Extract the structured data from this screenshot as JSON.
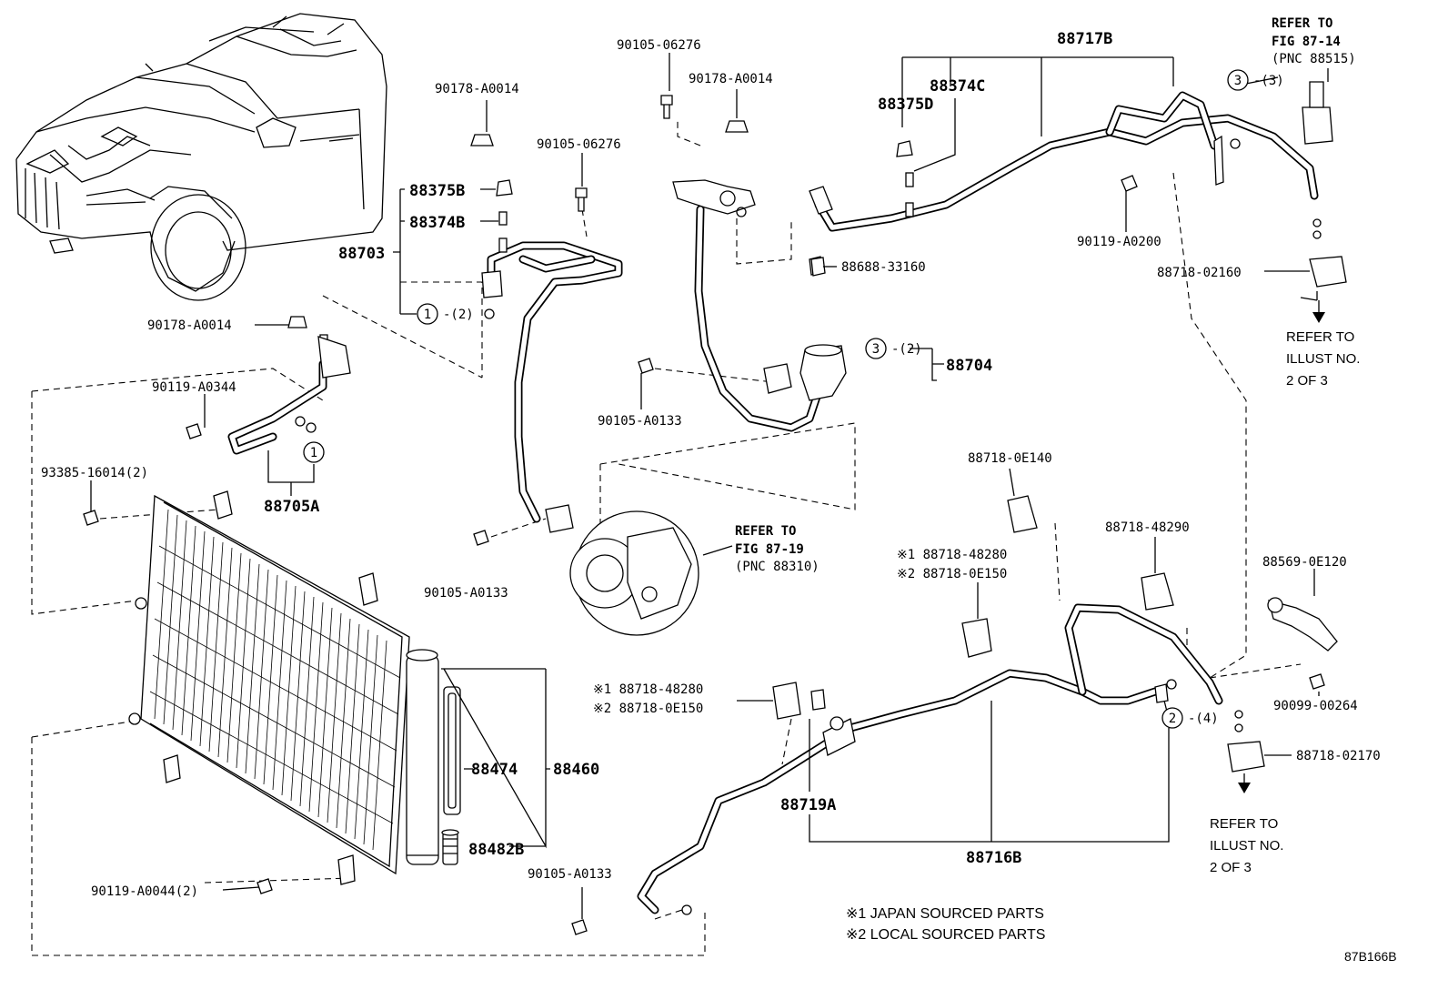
{
  "parts": {
    "p88717B": "88717B",
    "p88374C": "88374C",
    "p88375D": "88375D",
    "p90105_06276_a": "90105-06276",
    "p90178_A0014_a": "90178-A0014",
    "p90178_A0014_b": "90178-A0014",
    "p90105_06276_b": "90105-06276",
    "p88375B": "88375B",
    "p88374B": "88374B",
    "p88703": "88703",
    "p88688_33160": "88688-33160",
    "p90119_A0200": "90119-A0200",
    "p88718_02160": "88718-02160",
    "p90178_A0014_c": "90178-A0014",
    "p90119_A0344": "90119-A0344",
    "p88704": "88704",
    "p90105_A0133_a": "90105-A0133",
    "p93385_16014": "93385-16014(2)",
    "p88705A": "88705A",
    "p88718_0E140": "88718-0E140",
    "p88718_48290": "88718-48290",
    "p90105_A0133_b": "90105-A0133",
    "p88569_0E120": "88569-0E120",
    "p90099_00264": "90099-00264",
    "p88718_02170": "88718-02170",
    "p88474": "88474",
    "p88460": "88460",
    "p88482B": "88482B",
    "p88719A": "88719A",
    "p88716B": "88716B",
    "p90119_A0044": "90119-A0044(2)",
    "p90105_A0133_c": "90105-A0133"
  },
  "sourced_variants": [
    {
      "line1": "※1 88718-48280",
      "line2": "※2 88718-0E150"
    },
    {
      "line1": "※1 88718-48280",
      "line2": "※2 88718-0E150"
    }
  ],
  "callouts": {
    "c1_num": "1",
    "c1_qty": "-(2)",
    "c1b_num": "1",
    "c2_num": "2",
    "c2_qty": "-(4)",
    "c3a_num": "3",
    "c3a_qty": "-(3)",
    "c3b_num": "3",
    "c3b_qty": "-(2)"
  },
  "references": {
    "fig_87_14": {
      "l1": "REFER TO",
      "l2": "FIG 87-14",
      "l3": "(PNC 88515)"
    },
    "fig_87_19": {
      "l1": "REFER TO",
      "l2": "FIG 87-19",
      "l3": "(PNC 88310)"
    },
    "illust_a": {
      "l1": "REFER TO",
      "l2": "ILLUST NO.",
      "l3": "2 OF 3"
    },
    "illust_b": {
      "l1": "REFER TO",
      "l2": "ILLUST NO.",
      "l3": "2 OF 3"
    }
  },
  "notes": {
    "note1": "※1  JAPAN SOURCED PARTS",
    "note2": "※2  LOCAL SOURCED PARTS"
  },
  "illustration_id": "87B166B"
}
